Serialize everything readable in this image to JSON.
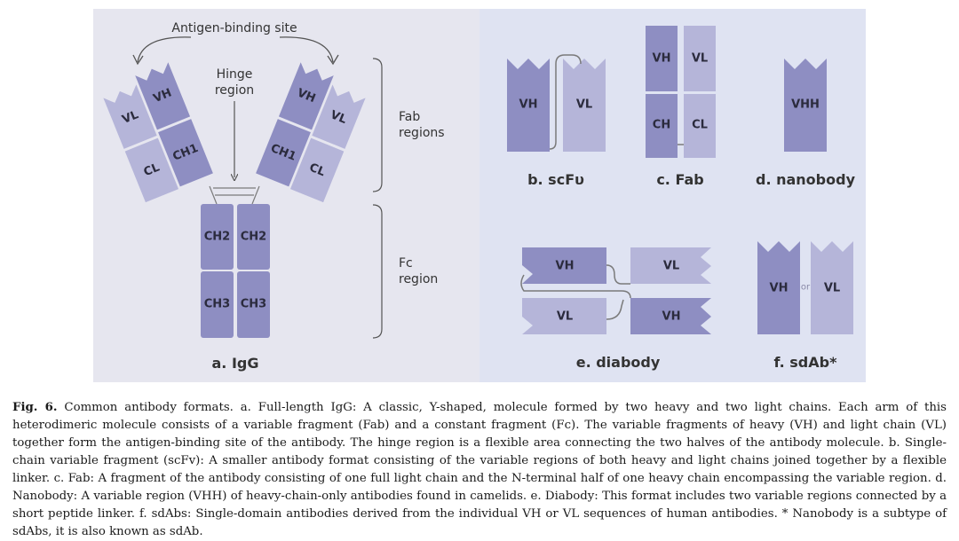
{
  "colors": {
    "panel_left": "#e6e6ef",
    "panel_right": "#dfe3f2",
    "heavy": "#8e8ec2",
    "light": "#b5b5d9",
    "line": "#7a7a7a"
  },
  "igg": {
    "antigen_site": "Antigen-binding site",
    "hinge_line1": "Hinge",
    "hinge_line2": "region",
    "fab_line1": "Fab",
    "fab_line2": "regions",
    "fc_line1": "Fc",
    "fc_line2": "region",
    "vh": "VH",
    "vl": "VL",
    "ch1": "CH1",
    "cl": "CL",
    "ch2": "CH2",
    "ch3": "CH3",
    "label": "a. IgG"
  },
  "scfv": {
    "vh": "VH",
    "vl": "VL",
    "label": "b. scFυ"
  },
  "fab": {
    "vh": "VH",
    "vl": "VL",
    "ch": "CH",
    "cl": "CL",
    "label": "c. Fab"
  },
  "nanobody": {
    "vhh": "VHH",
    "label": "d. nanobody"
  },
  "diabody": {
    "vh": "VH",
    "vl": "VL",
    "label": "e. diabody"
  },
  "sdab": {
    "vh": "VH",
    "or": "or",
    "vl": "VL",
    "label": "f. sdAb*"
  },
  "caption": {
    "fig_label": "Fig. 6.",
    "text": "Common antibody formats. a. Full-length IgG: A classic, Y-shaped, molecule formed by two heavy and two light chains. Each arm of this heterodimeric molecule consists of a variable fragment (Fab) and a constant fragment (Fc). The variable fragments of heavy (VH) and light chain (VL) together form the antigen-binding site of the antibody. The hinge region is a flexible area connecting the two halves of the antibody molecule. b. Single-chain variable fragment (scFv): A smaller antibody format consisting of the variable regions of both heavy and light chains joined together by a flexible linker. c. Fab: A fragment of the antibody consisting of one full light chain and the N-terminal half of one heavy chain encompassing the variable region. d. Nanobody: A variable region (VHH) of heavy-chain-only antibodies found in camelids. e. Diabody: This format includes two variable regions connected by a short peptide linker. f. sdAbs: Single-domain antibodies derived from the individual VH or VL sequences of human antibodies. * Nanobody is a subtype of sdAbs, it is also known as sdAb."
  }
}
